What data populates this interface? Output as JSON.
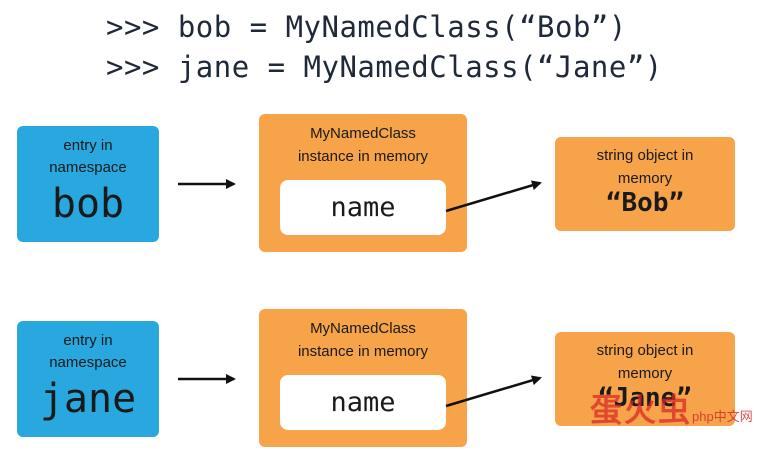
{
  "code": {
    "line1": ">>> bob = MyNamedClass(“Bob”)",
    "line2": ">>> jane = MyNamedClass(“Jane”)"
  },
  "rows": [
    {
      "namespace_caption": "entry in namespace",
      "namespace_name": "bob",
      "instance_caption_1": "MyNamedClass",
      "instance_caption_2": "instance in memory",
      "attribute_name": "name",
      "string_caption": "string object in memory",
      "string_value": "“Bob”"
    },
    {
      "namespace_caption": "entry in namespace",
      "namespace_name": "jane",
      "instance_caption_1": "MyNamedClass",
      "instance_caption_2": "instance in memory",
      "attribute_name": "name",
      "string_caption": "string object in memory",
      "string_value": "“Jane”"
    }
  ],
  "watermark": {
    "text": "蛋火虫",
    "small": "php中文网"
  },
  "colors": {
    "namespace_box": "#29a8e0",
    "object_box": "#f6a34a",
    "arrow": "#111111"
  }
}
